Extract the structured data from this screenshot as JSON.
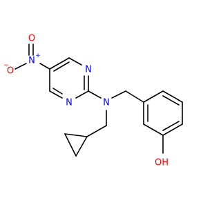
{
  "molecule": {
    "atoms": {
      "nitro_o1": {
        "symbol": "O",
        "charge": "−"
      },
      "nitro_n": {
        "symbol": "N",
        "charge": "+"
      },
      "nitro_o2": {
        "symbol": "O"
      },
      "ring_n1": {
        "symbol": "N"
      },
      "ring_n2": {
        "symbol": "N"
      },
      "amine_n": {
        "symbol": "N"
      },
      "hydroxyl": {
        "symbol": "OH"
      }
    },
    "colors": {
      "carbon_bond": "#000000",
      "nitrogen": "#0000ff",
      "oxygen": "#ff0000"
    }
  }
}
